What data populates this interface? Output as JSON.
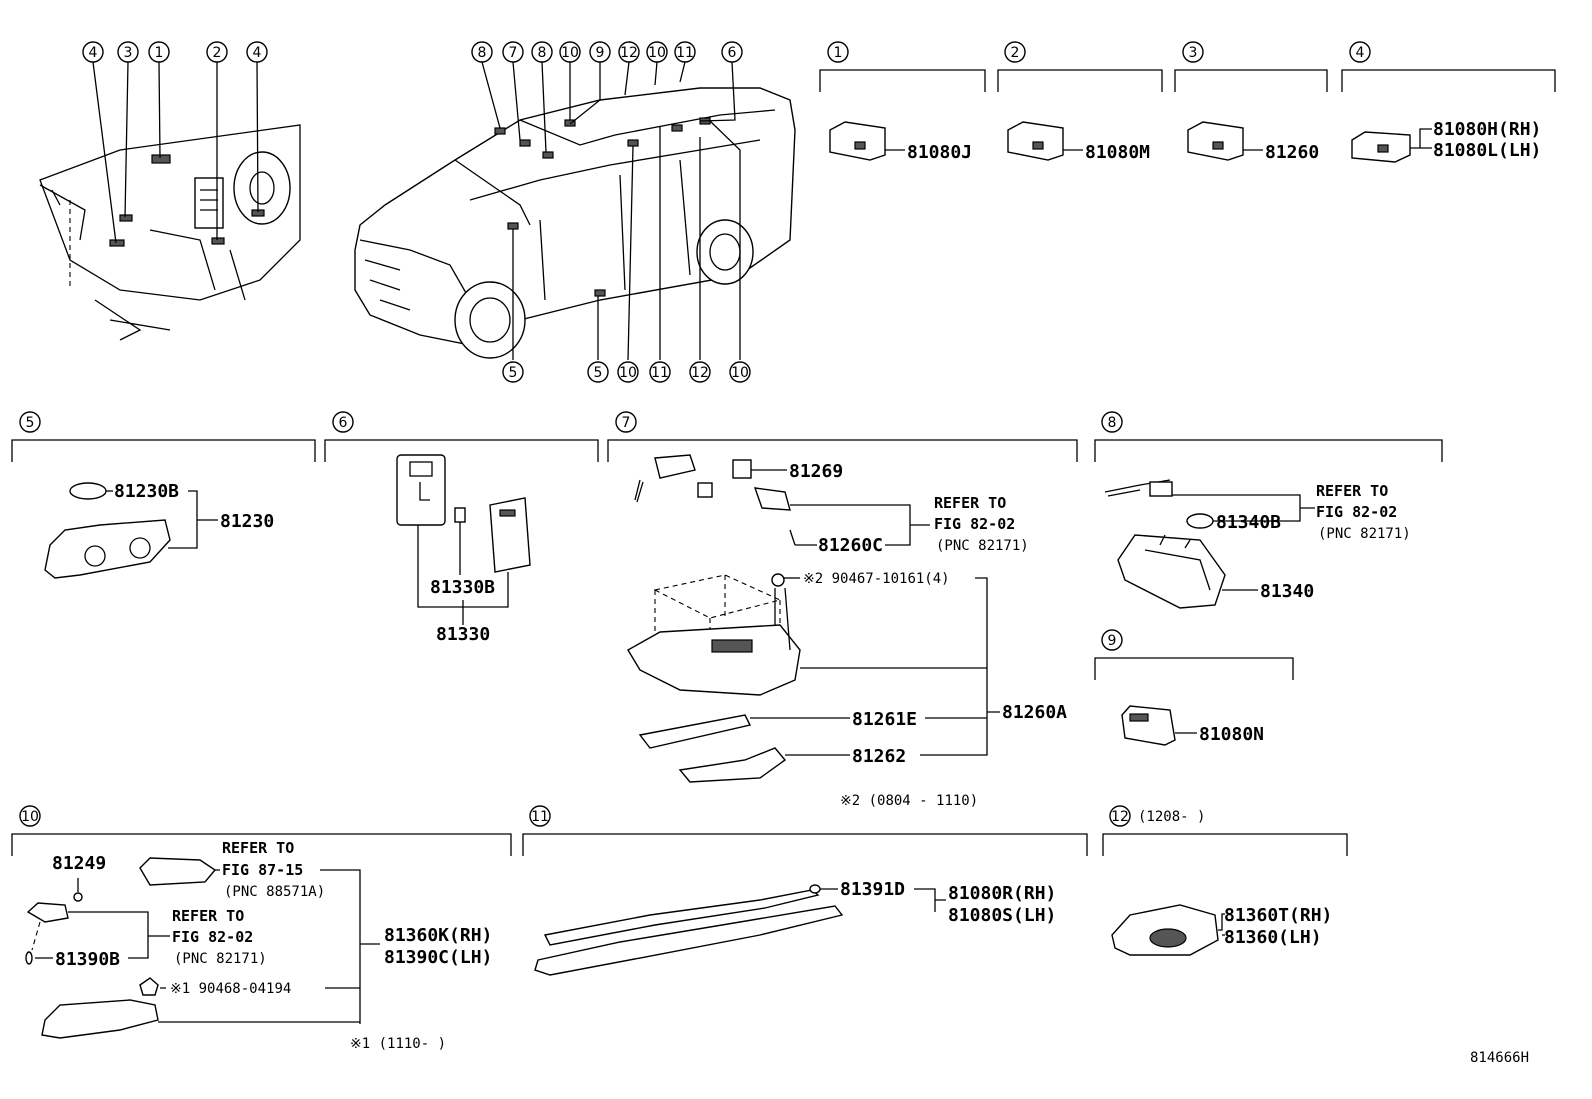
{
  "callouts": {
    "c1": "1",
    "c2": "2",
    "c3": "3",
    "c4": "4",
    "c5": "5",
    "c6": "6",
    "c7": "7",
    "c8": "8",
    "c9": "9",
    "c10": "10",
    "c11": "11",
    "c12": "12"
  },
  "sections": {
    "s1": {
      "part": "81080J"
    },
    "s2": {
      "part": "81080M"
    },
    "s3": {
      "part": "81260"
    },
    "s4": {
      "part_rh": "81080H(RH)",
      "part_lh": "81080L(LH)"
    },
    "s5": {
      "bulb": "81230B",
      "assy": "81230"
    },
    "s6": {
      "bulb": "81330B",
      "assy": "81330"
    },
    "s7": {
      "p1": "81269",
      "refer_1": "REFER TO",
      "refer_2": "FIG 82-02",
      "refer_3": "(PNC 82171)",
      "p2": "81260C",
      "screw": "※2 90467-10161(4)",
      "assy": "81260A",
      "p3": "81261E",
      "p4": "81262",
      "note": "※2 (0804 - 1110)"
    },
    "s8": {
      "refer_1": "REFER TO",
      "refer_2": "FIG 82-02",
      "refer_3": "(PNC 82171)",
      "bulb": "81340B",
      "assy": "81340"
    },
    "s9": {
      "part": "81080N"
    },
    "s10": {
      "p1": "81249",
      "refer_a1": "REFER TO",
      "refer_a2": "FIG 87-15",
      "refer_a3": "(PNC 88571A)",
      "refer_b1": "REFER TO",
      "refer_b2": "FIG 82-02",
      "refer_b3": "(PNC 82171)",
      "bulb": "81390B",
      "clip": "※1 90468-04194",
      "assy_rh": "81360K(RH)",
      "assy_lh": "81390C(LH)",
      "note": "※1 (1110-      )"
    },
    "s11": {
      "p1": "81391D",
      "assy_rh": "81080R(RH)",
      "assy_lh": "81080S(LH)"
    },
    "s12": {
      "note": "(1208-      )",
      "assy_rh": "81360T(RH)",
      "assy_lh": "81360(LH)"
    }
  },
  "figure_id": "814666H"
}
